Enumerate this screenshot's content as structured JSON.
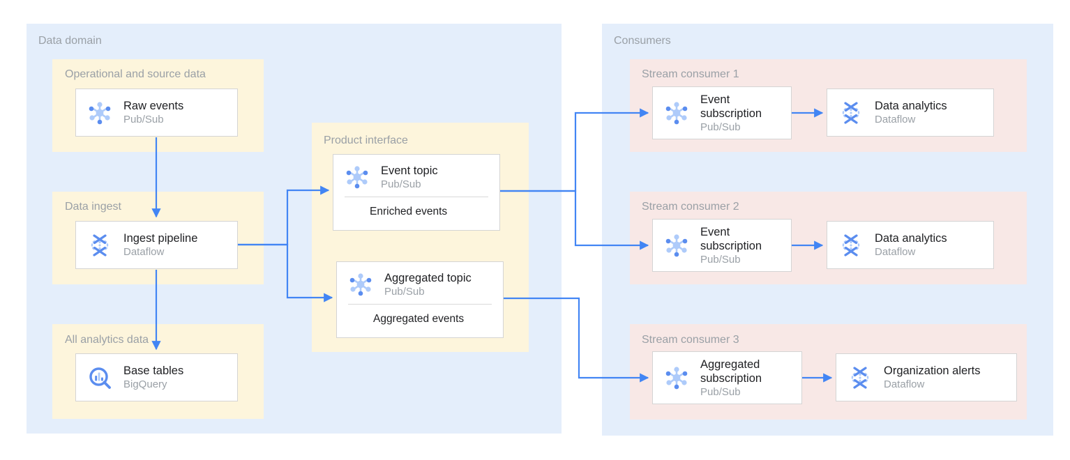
{
  "theme": {
    "background": "#ffffff",
    "panel_blue": "#e4eefb",
    "panel_yellow": "#fdf5dc",
    "panel_pink": "#f8e8e6",
    "card_background": "#ffffff",
    "card_border": "#d4d4d4",
    "title_text": "#202124",
    "muted_text": "#9aa0a6",
    "connector": "#4285f4",
    "icon_dark": "#5b8def",
    "icon_light": "#aecbfa"
  },
  "panels": {
    "data_domain": {
      "label": "Data domain",
      "groups": [
        {
          "label": "Operational and source data"
        },
        {
          "label": "Data ingest"
        },
        {
          "label": "All analytics data"
        }
      ]
    },
    "product_interface": {
      "label": "Product interface"
    },
    "consumers": {
      "label": "Consumers",
      "groups": [
        {
          "label": "Stream consumer 1"
        },
        {
          "label": "Stream consumer 2"
        },
        {
          "label": "Stream consumer 3"
        }
      ]
    }
  },
  "cards": {
    "raw_events": {
      "title": "Raw events",
      "service": "Pub/Sub",
      "icon": "pubsub-icon"
    },
    "ingest_pipeline": {
      "title": "Ingest pipeline",
      "service": "Dataflow",
      "icon": "dataflow-icon"
    },
    "base_tables": {
      "title": "Base tables",
      "service": "BigQuery",
      "icon": "bigquery-icon"
    },
    "event_topic": {
      "title": "Event topic",
      "service": "Pub/Sub",
      "icon": "pubsub-icon",
      "footer": "Enriched events"
    },
    "aggregated_topic": {
      "title": "Aggregated topic",
      "service": "Pub/Sub",
      "icon": "pubsub-icon",
      "footer": "Aggregated events"
    },
    "event_subscription_1": {
      "title": "Event\nsubscription",
      "service": "Pub/Sub",
      "icon": "pubsub-icon"
    },
    "data_analytics_1": {
      "title": "Data analytics",
      "service": "Dataflow",
      "icon": "dataflow-icon"
    },
    "event_subscription_2": {
      "title": "Event\nsubscription",
      "service": "Pub/Sub",
      "icon": "pubsub-icon"
    },
    "data_analytics_2": {
      "title": "Data analytics",
      "service": "Dataflow",
      "icon": "dataflow-icon"
    },
    "aggregated_subscription": {
      "title": "Aggregated\nsubscription",
      "service": "Pub/Sub",
      "icon": "pubsub-icon"
    },
    "organization_alerts": {
      "title": "Organization alerts",
      "service": "Dataflow",
      "icon": "dataflow-icon"
    }
  },
  "connectors": [
    {
      "name": "raw-events-to-ingest-pipeline",
      "from": "raw_events",
      "to": "ingest_pipeline"
    },
    {
      "name": "ingest-pipeline-to-base-tables",
      "from": "ingest_pipeline",
      "to": "base_tables"
    },
    {
      "name": "ingest-pipeline-to-event-topic",
      "from": "ingest_pipeline",
      "to": "event_topic"
    },
    {
      "name": "ingest-pipeline-to-aggregated-topic",
      "from": "ingest_pipeline",
      "to": "aggregated_topic"
    },
    {
      "name": "event-topic-to-event-subscription-1",
      "from": "event_topic",
      "to": "event_subscription_1"
    },
    {
      "name": "event-topic-to-event-subscription-2",
      "from": "event_topic",
      "to": "event_subscription_2"
    },
    {
      "name": "aggregated-topic-to-aggregated-subscription",
      "from": "aggregated_topic",
      "to": "aggregated_subscription"
    },
    {
      "name": "event-subscription-1-to-data-analytics-1",
      "from": "event_subscription_1",
      "to": "data_analytics_1"
    },
    {
      "name": "event-subscription-2-to-data-analytics-2",
      "from": "event_subscription_2",
      "to": "data_analytics_2"
    },
    {
      "name": "aggregated-subscription-to-organization-alerts",
      "from": "aggregated_subscription",
      "to": "organization_alerts"
    }
  ]
}
